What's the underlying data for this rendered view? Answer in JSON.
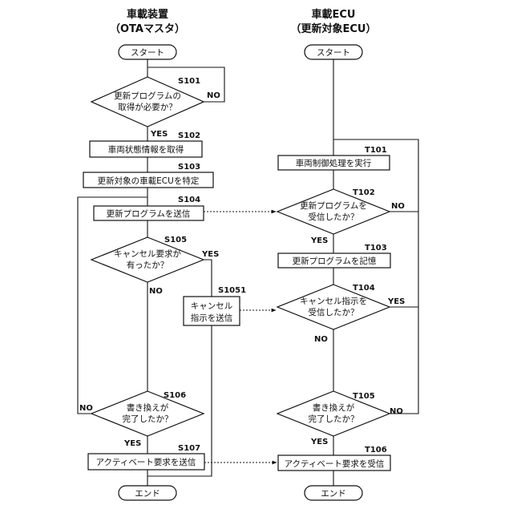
{
  "headers": {
    "left_line1": "車載装置",
    "left_line2": "（OTAマスタ）",
    "right_line1": "車載ECU",
    "right_line2": "（更新対象ECU）"
  },
  "left": {
    "start": "スタート",
    "s101": {
      "label": "S101",
      "line1": "更新プログラムの",
      "line2": "取得が必要か？",
      "yes": "YES",
      "no": "NO"
    },
    "s102": {
      "label": "S102",
      "text": "車両状態情報を取得"
    },
    "s103": {
      "label": "S103",
      "text": "更新対象の車載ECUを特定"
    },
    "s104": {
      "label": "S104",
      "text": "更新プログラムを送信"
    },
    "s105": {
      "label": "S105",
      "line1": "キャンセル要求が",
      "line2": "有ったか？",
      "yes": "YES",
      "no": "NO"
    },
    "s1051": {
      "label": "S1051",
      "line1": "キャンセル",
      "line2": "指示を送信"
    },
    "s106": {
      "label": "S106",
      "line1": "書き換えが",
      "line2": "完了したか？",
      "yes": "YES",
      "no": "NO"
    },
    "s107": {
      "label": "S107",
      "text": "アクティベート要求を送信"
    },
    "end": "エンド"
  },
  "right": {
    "start": "スタート",
    "t101": {
      "label": "T101",
      "text": "車両制御処理を実行"
    },
    "t102": {
      "label": "T102",
      "line1": "更新プログラムを",
      "line2": "受信したか？",
      "yes": "YES",
      "no": "NO"
    },
    "t103": {
      "label": "T103",
      "text": "更新プログラムを記憶"
    },
    "t104": {
      "label": "T104",
      "line1": "キャンセル指示を",
      "line2": "受信したか？",
      "yes": "YES",
      "no": "NO"
    },
    "t105": {
      "label": "T105",
      "line1": "書き換えが",
      "line2": "完了したか？",
      "yes": "YES",
      "no": "NO"
    },
    "t106": {
      "label": "T106",
      "text": "アクティベート要求を受信"
    },
    "end": "エンド"
  }
}
